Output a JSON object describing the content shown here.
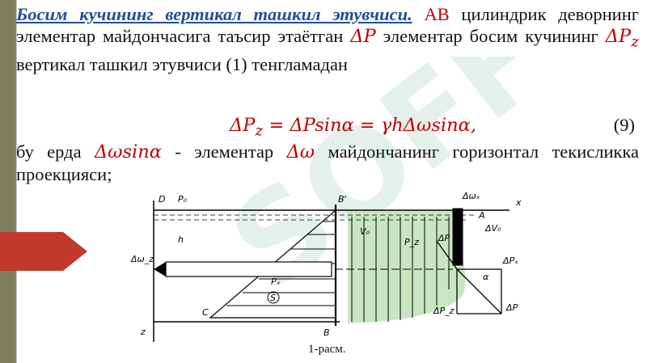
{
  "heading": "Босим кучининг вертикал ташкил этувчиси.",
  "p1": {
    "ab": "АВ",
    "t1": " цилиндрик деворнинг элементар майдончасига таъсир этаётган ",
    "dP": "ΔP",
    "t2": " элементар босим кучининг ",
    "dPz": "ΔP",
    "dPz_sub": "z",
    "t3": " вертикал ташкил этувчиси (1) тенгламадан"
  },
  "formula": {
    "text": "ΔP",
    "sub": "z",
    "rest": " = ΔPsinα = γhΔωsinα,",
    "number": "(9)"
  },
  "p2": {
    "t1": "бу ерда ",
    "m1": "Δωsinα",
    "t2": " - элементар ",
    "m2": "Δω",
    "t3": " майдончанинг горизонтал текисликка проекцияси;"
  },
  "figure_labels": {
    "D": "D",
    "P0": "P₀",
    "B_prime": "B'",
    "x": "x",
    "dwx": "Δωₓ",
    "A": "A",
    "dVa": "ΔV₀",
    "h": "h",
    "V0": "V₀",
    "Pz": "P_z",
    "dP": "ΔP",
    "dPx": "ΔPₓ",
    "dwz": "Δω_z",
    "Px": "Pₓ",
    "S": "S",
    "alpha": "α",
    "C": "C",
    "dPz": "ΔP_z",
    "dP2": "ΔP",
    "z": "z",
    "B": "B"
  },
  "caption": "1-расм.",
  "watermark": "SOFF",
  "colors": {
    "sidebar": "#7e7f5c",
    "arrow": "#c0392b",
    "heading": "#1f4e9a",
    "math": "#c00000",
    "fill": "#c8e6c0"
  }
}
